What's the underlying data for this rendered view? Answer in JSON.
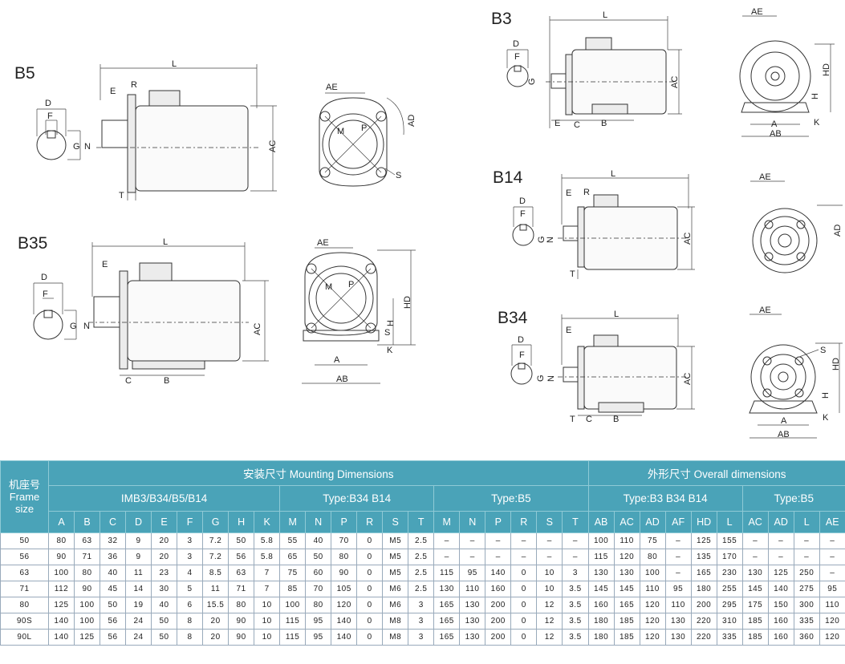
{
  "diagram_labels": {
    "b5": {
      "title": "B5",
      "L": "L",
      "E": "E",
      "R": "R",
      "D": "D",
      "F": "F",
      "G": "G",
      "N": "N",
      "AC": "AC",
      "T": "T",
      "AE": "AE",
      "AD": "AD",
      "M": "M",
      "P": "P",
      "S": "S"
    },
    "b35": {
      "title": "B35",
      "L": "L",
      "E": "E",
      "D": "D",
      "F": "F",
      "G": "G",
      "N": "N",
      "AC": "AC",
      "C": "C",
      "B": "B",
      "AE": "AE",
      "M": "M",
      "P": "P",
      "HD": "HD",
      "H": "H",
      "S": "S",
      "K": "K",
      "A": "A",
      "AB": "AB"
    },
    "b3": {
      "title": "B3",
      "L": "L",
      "D": "D",
      "F": "F",
      "G": "G",
      "AC": "AC",
      "E": "E",
      "C": "C",
      "B": "B",
      "AE": "AE",
      "HD": "HD",
      "H": "H",
      "A": "A",
      "K": "K",
      "AB": "AB"
    },
    "b14": {
      "title": "B14",
      "L": "L",
      "E": "E",
      "R": "R",
      "D": "D",
      "F": "F",
      "G": "G",
      "N": "N",
      "AC": "AC",
      "T": "T",
      "AE": "AE",
      "AD": "AD"
    },
    "b34": {
      "title": "B34",
      "L": "L",
      "E": "E",
      "D": "D",
      "F": "F",
      "G": "G",
      "N": "N",
      "AC": "AC",
      "T": "T",
      "C": "C",
      "B": "B",
      "AE": "AE",
      "S": "S",
      "HD": "HD",
      "H": "H",
      "A": "A",
      "K": "K",
      "AB": "AB"
    }
  },
  "table": {
    "frame_header": [
      "机座号",
      "Frame",
      "size"
    ],
    "mounting_header": "安装尺寸 Mounting Dimensions",
    "overall_header": "外形尺寸 Overall dimensions",
    "subgroups": [
      "IMB3/B34/B5/B14",
      "Type:B34  B14",
      "Type:B5",
      "Type:B3 B34  B14",
      "Type:B5"
    ],
    "columns": [
      "A",
      "B",
      "C",
      "D",
      "E",
      "F",
      "G",
      "H",
      "K",
      "M",
      "N",
      "P",
      "R",
      "S",
      "T",
      "M",
      "N",
      "P",
      "R",
      "S",
      "T",
      "AB",
      "AC",
      "AD",
      "AF",
      "HD",
      "L",
      "AC",
      "AD",
      "L",
      "AE"
    ],
    "rows": [
      [
        "50",
        "80",
        "63",
        "32",
        "9",
        "20",
        "3",
        "7.2",
        "50",
        "5.8",
        "55",
        "40",
        "70",
        "0",
        "M5",
        "2.5",
        "–",
        "–",
        "–",
        "–",
        "–",
        "–",
        "100",
        "110",
        "75",
        "–",
        "125",
        "155",
        "–",
        "–",
        "–",
        "–"
      ],
      [
        "56",
        "90",
        "71",
        "36",
        "9",
        "20",
        "3",
        "7.2",
        "56",
        "5.8",
        "65",
        "50",
        "80",
        "0",
        "M5",
        "2.5",
        "–",
        "–",
        "–",
        "–",
        "–",
        "–",
        "115",
        "120",
        "80",
        "–",
        "135",
        "170",
        "–",
        "–",
        "–",
        "–"
      ],
      [
        "63",
        "100",
        "80",
        "40",
        "11",
        "23",
        "4",
        "8.5",
        "63",
        "7",
        "75",
        "60",
        "90",
        "0",
        "M5",
        "2.5",
        "115",
        "95",
        "140",
        "0",
        "10",
        "3",
        "130",
        "130",
        "100",
        "–",
        "165",
        "230",
        "130",
        "125",
        "250",
        "–"
      ],
      [
        "71",
        "112",
        "90",
        "45",
        "14",
        "30",
        "5",
        "11",
        "71",
        "7",
        "85",
        "70",
        "105",
        "0",
        "M6",
        "2.5",
        "130",
        "110",
        "160",
        "0",
        "10",
        "3.5",
        "145",
        "145",
        "110",
        "95",
        "180",
        "255",
        "145",
        "140",
        "275",
        "95"
      ],
      [
        "80",
        "125",
        "100",
        "50",
        "19",
        "40",
        "6",
        "15.5",
        "80",
        "10",
        "100",
        "80",
        "120",
        "0",
        "M6",
        "3",
        "165",
        "130",
        "200",
        "0",
        "12",
        "3.5",
        "160",
        "165",
        "120",
        "110",
        "200",
        "295",
        "175",
        "150",
        "300",
        "110"
      ],
      [
        "90S",
        "140",
        "100",
        "56",
        "24",
        "50",
        "8",
        "20",
        "90",
        "10",
        "115",
        "95",
        "140",
        "0",
        "M8",
        "3",
        "165",
        "130",
        "200",
        "0",
        "12",
        "3.5",
        "180",
        "185",
        "120",
        "130",
        "220",
        "310",
        "185",
        "160",
        "335",
        "120"
      ],
      [
        "90L",
        "140",
        "125",
        "56",
        "24",
        "50",
        "8",
        "20",
        "90",
        "10",
        "115",
        "95",
        "140",
        "0",
        "M8",
        "3",
        "165",
        "130",
        "200",
        "0",
        "12",
        "3.5",
        "180",
        "185",
        "120",
        "130",
        "220",
        "335",
        "185",
        "160",
        "360",
        "120"
      ]
    ]
  }
}
